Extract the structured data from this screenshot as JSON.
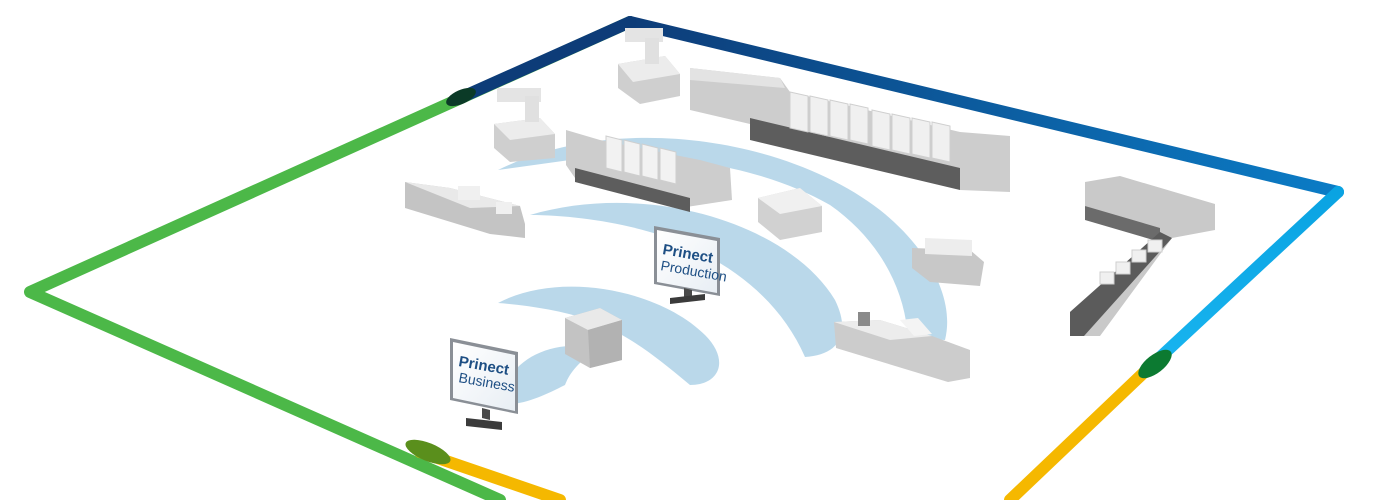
{
  "monitors": {
    "business": {
      "line1": "Prinect",
      "line2": "Business"
    },
    "production": {
      "line1": "Prinect",
      "line2": "Production"
    }
  },
  "colors": {
    "frame_top": "#0d3f7e",
    "frame_right": "#0aa6e6",
    "frame_left": "#4cb848",
    "frame_bottom": "#f5b800",
    "frame_join_dark_green": "#0c7a31",
    "waves": "#a9cfe6",
    "machine_light": "#e6e6e6",
    "machine_mid": "#c2c2c2",
    "machine_dark": "#6b6b6b"
  },
  "icons": [
    "wifi-signal-icon",
    "monitor-icon"
  ]
}
